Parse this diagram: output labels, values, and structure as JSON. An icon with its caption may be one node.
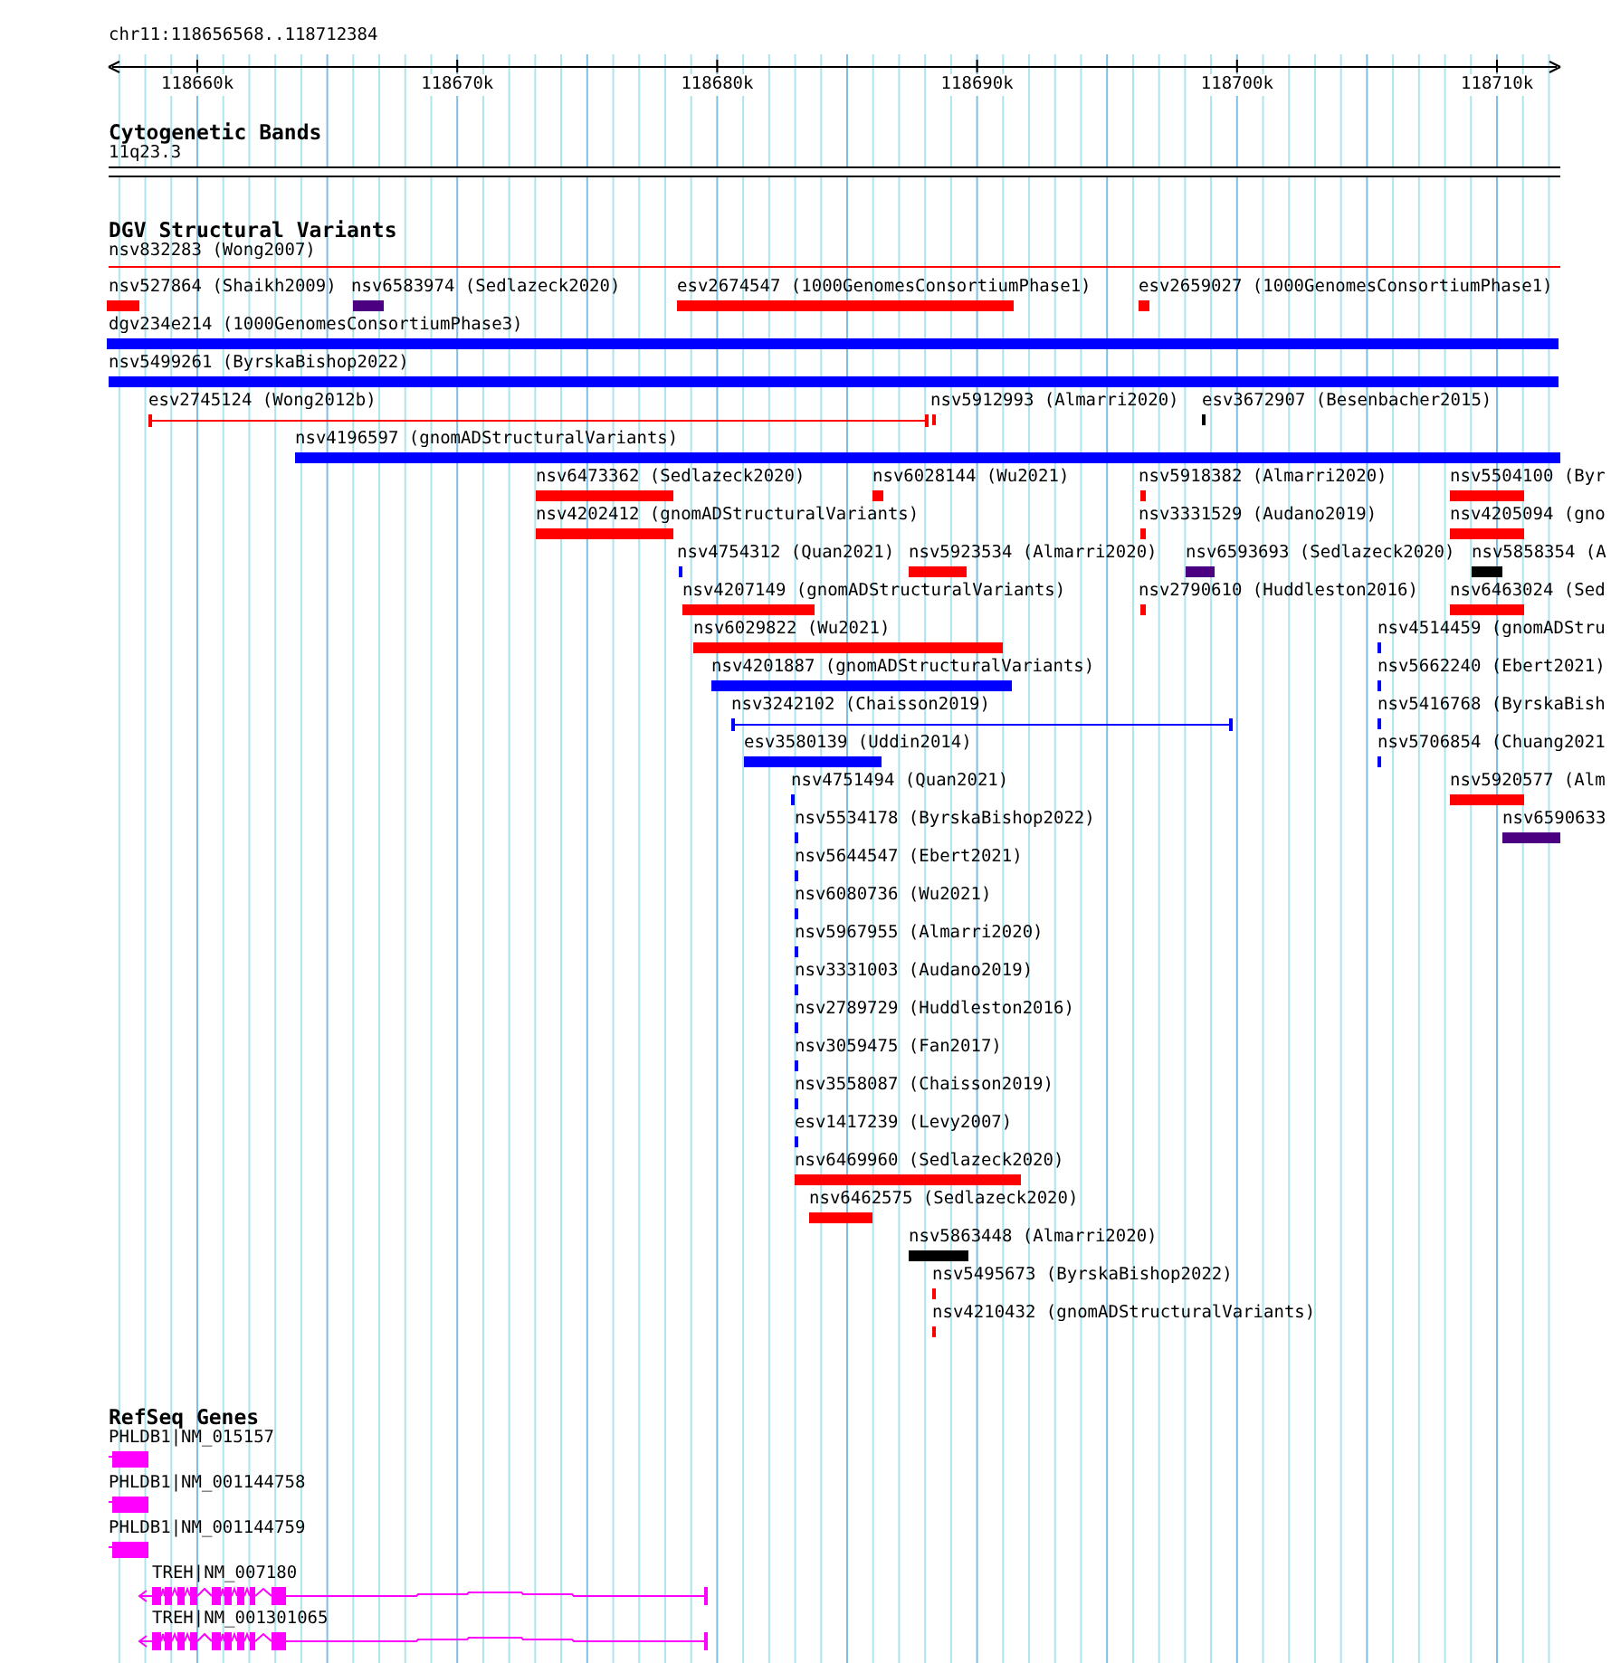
{
  "diagram": {
    "title": "chr11:118656568..118712384",
    "nodes": [
      {
        "text": [
          "11q23.3"
        ]
      },
      {
        "text": [
          "nsv832283 (Wong2007)"
        ]
      },
      {
        "text": [
          "nsv527864 (Shaikh2009)"
        ]
      },
      {
        "text": [
          "nsv6583974 (Sedlazeck2020)"
        ]
      },
      {
        "text": [
          "esv2674547 (1000GenomesConsortiumPhase1)"
        ]
      },
      {
        "text": [
          "esv2659027 (1000GenomesConsortiumPhase1)"
        ]
      },
      {
        "text": [
          "dgv234e214 (1000GenomesConsortiumPhase3)"
        ]
      },
      {
        "text": [
          "nsv5499261 (ByrskaBishop2022)"
        ]
      },
      {
        "text": [
          "esv2745124 (Wong2012b)"
        ]
      },
      {
        "text": [
          "nsv5912993 (Almarri2020)"
        ]
      },
      {
        "text": [
          "esv3672907 (Besenbacher2015)"
        ]
      },
      {
        "text": [
          "nsv4196597 (gnomADStructuralVariants)"
        ]
      },
      {
        "text": [
          "nsv6473362 (Sedlazeck2020)"
        ]
      },
      {
        "text": [
          "nsv6028144 (Wu2021)"
        ]
      },
      {
        "text": [
          "nsv5918382 (Almarri2020)"
        ]
      },
      {
        "text": [
          "nsv5504100 (Byr"
        ]
      },
      {
        "text": [
          "nsv4202412 (gnomADStructuralVariants)"
        ]
      },
      {
        "text": [
          "nsv3331529 (Audano2019)"
        ]
      },
      {
        "text": [
          "nsv4205094 (gno"
        ]
      },
      {
        "text": [
          "nsv4754312 (Quan2021)"
        ]
      },
      {
        "text": [
          "nsv5923534 (Almarri2020)"
        ]
      },
      {
        "text": [
          "nsv6593693 (Sedlazeck2020)"
        ]
      },
      {
        "text": [
          "nsv5858354 (A"
        ]
      },
      {
        "text": [
          "nsv4207149 (gnomADStructuralVariants)"
        ]
      },
      {
        "text": [
          "nsv2790610 (Huddleston2016)"
        ]
      },
      {
        "text": [
          "nsv6463024 (Sed"
        ]
      },
      {
        "text": [
          "nsv6029822 (Wu2021)"
        ]
      },
      {
        "text": [
          "nsv4514459 (gnomADStru"
        ]
      },
      {
        "text": [
          "nsv4201887 (gnomADStructuralVariants)"
        ]
      },
      {
        "text": [
          "nsv5662240 (Ebert2021)"
        ]
      },
      {
        "text": [
          "nsv3242102 (Chaisson2019)"
        ]
      },
      {
        "text": [
          "nsv5416768 (ByrskaBish"
        ]
      },
      {
        "text": [
          "esv3580139 (Uddin2014)"
        ]
      },
      {
        "text": [
          "nsv5706854 (Chuang2021"
        ]
      },
      {
        "text": [
          "nsv4751494 (Quan2021)"
        ]
      },
      {
        "text": [
          "nsv5920577 (Alm"
        ]
      },
      {
        "text": [
          "nsv5534178 (ByrskaBishop2022)"
        ]
      },
      {
        "text": [
          "nsv6590633"
        ]
      },
      {
        "text": [
          "nsv5644547 (Ebert2021)"
        ]
      },
      {
        "text": [
          "nsv6080736 (Wu2021)"
        ]
      },
      {
        "text": [
          "nsv5967955 (Almarri2020)"
        ]
      },
      {
        "text": [
          "nsv3331003 (Audano2019)"
        ]
      },
      {
        "text": [
          "nsv2789729 (Huddleston2016)"
        ]
      },
      {
        "text": [
          "nsv3059475 (Fan2017)"
        ]
      },
      {
        "text": [
          "nsv3558087 (Chaisson2019)"
        ]
      },
      {
        "text": [
          "esv1417239 (Levy2007)"
        ]
      },
      {
        "text": [
          "nsv6469960 (Sedlazeck2020)"
        ]
      },
      {
        "text": [
          "nsv6462575 (Sedlazeck2020)"
        ]
      },
      {
        "text": [
          "nsv5863448 (Almarri2020)"
        ]
      },
      {
        "text": [
          "nsv5495673 (ByrskaBishop2022)"
        ]
      },
      {
        "text": [
          "nsv4210432 (gnomADStructuralVariants)"
        ]
      },
      {
        "text": [
          "PHLDB1|NM_015157"
        ]
      },
      {
        "text": [
          "PHLDB1|NM_001144758"
        ]
      },
      {
        "text": [
          "PHLDB1|NM_001144759"
        ]
      },
      {
        "text": [
          "TREH|NM_007180"
        ]
      },
      {
        "text": [
          "TREH|NM_001301065"
        ]
      }
    ],
    "labels": [
      "118660k",
      "118670k",
      "118680k",
      "118690k",
      "118700k",
      "118710k",
      "Cytogenetic Bands",
      "DGV Structural Variants",
      "RefSeq Genes"
    ]
  }
}
